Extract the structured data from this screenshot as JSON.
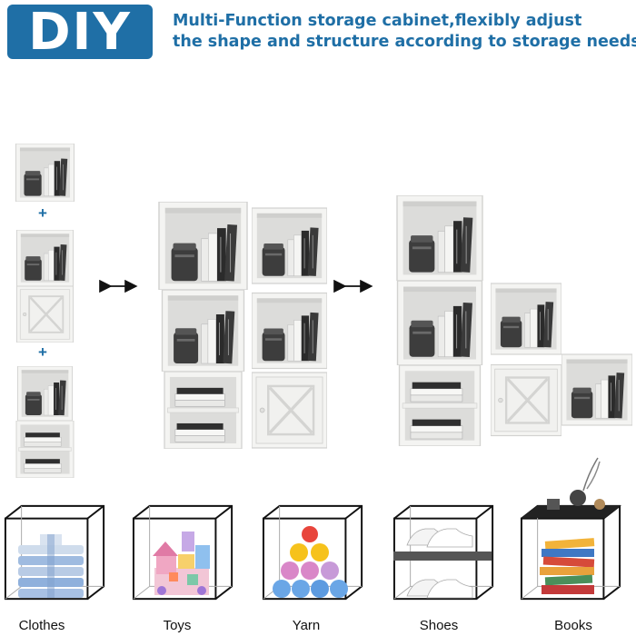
{
  "badge": {
    "text": "DIY"
  },
  "headline": {
    "line1": "Multi-Function storage cabinet,flexibly adjust",
    "line2": "the shape and structure according to storage needs"
  },
  "connectors": {
    "plus": "+"
  },
  "categories": [
    {
      "label": "Clothes"
    },
    {
      "label": "Toys"
    },
    {
      "label": "Yarn"
    },
    {
      "label": "Shoes"
    },
    {
      "label": "Books"
    }
  ],
  "colors": {
    "brand_blue": "#1f6fa6",
    "cabinet_white": "#f3f3f1",
    "book_black": "#2b2b2b",
    "jar_dark": "#3d3d3d"
  }
}
